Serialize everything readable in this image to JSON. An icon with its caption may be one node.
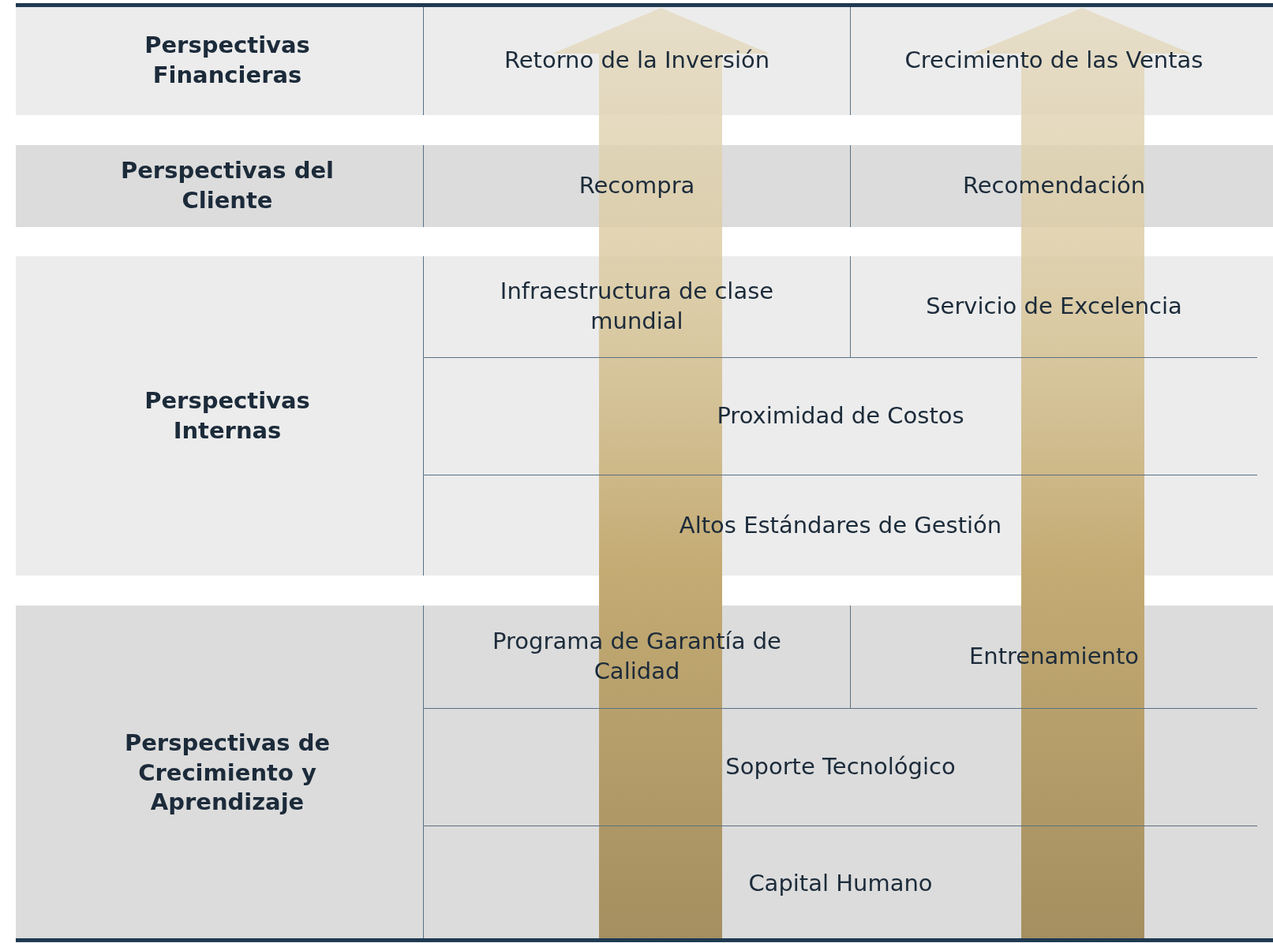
{
  "diagram": {
    "nodes": [
      {
        "text": [
          "Perspectivas Financieras"
        ]
      },
      {
        "text": [
          "Retorno de la Inversión"
        ],
        "in": 0
      },
      {
        "text": [
          "Crecimiento de las Ventas"
        ],
        "in": 0
      },
      {
        "text": [
          "Perspectivas del Cliente"
        ]
      },
      {
        "text": [
          "Recompra"
        ],
        "in": 3
      },
      {
        "text": [
          "Recomendación"
        ],
        "in": 3
      },
      {
        "text": [
          "Perspectivas Internas"
        ]
      },
      {
        "text": [
          "Infraestructura de clase mundial"
        ],
        "in": 6
      },
      {
        "text": [
          "Servicio de Excelencia"
        ],
        "in": 6
      },
      {
        "text": [
          "Proximidad de Costos"
        ],
        "in": 6
      },
      {
        "text": [
          "Altos Estándares de Gestión"
        ],
        "in": 6
      },
      {
        "text": [
          "Perspectivas de Crecimiento y Aprendizaje"
        ]
      },
      {
        "text": [
          "Programa de Garantía de Calidad"
        ],
        "in": 11
      },
      {
        "text": [
          "Entrenamiento"
        ],
        "in": 11
      },
      {
        "text": [
          "Soporte Tecnológico"
        ],
        "in": 11
      },
      {
        "text": [
          "Capital Humano"
        ],
        "in": 11
      }
    ],
    "edges": []
  }
}
